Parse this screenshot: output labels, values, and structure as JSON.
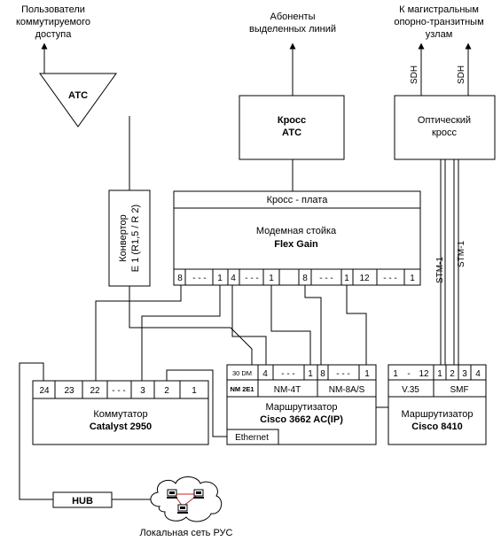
{
  "texts": {
    "users_label": [
      "Пользователи",
      "коммутируемого",
      "доступа"
    ],
    "subscribers_label": [
      "Абоненты",
      "выделенных линий"
    ],
    "backbone_label": [
      "К магистральным",
      "опорно-транзитным",
      "узлам"
    ],
    "sdh": "SDH",
    "stm1": "STM-1",
    "atc_triangle": "АТС",
    "cross_atc": [
      "Кросс",
      "АТС"
    ],
    "optical_cross": [
      "Оптический",
      "кросс"
    ],
    "converter": [
      "Конвертор",
      "Е 1 (R1,5 / R 2)"
    ],
    "flex": {
      "plate": "Кросс - плата",
      "title": "Модемная стойка",
      "name": "Flex Gain",
      "ports": [
        "8",
        "- - -",
        "1",
        "4",
        "- - -",
        "1",
        "8",
        "- - -",
        "1",
        "12",
        "- - -",
        "1"
      ]
    },
    "catalyst": {
      "ports": [
        "24",
        "23",
        "22",
        "- - -",
        "3",
        "2",
        "1"
      ],
      "title": "Коммутатор",
      "name": "Catalyst 2950"
    },
    "cisco3662": {
      "slot_30dm": "30 DM",
      "slot_nm2e1": "NM 2E1",
      "ports_4t": [
        "4",
        "- - -",
        "1"
      ],
      "ports_8as": [
        "8",
        "- - -",
        "1"
      ],
      "nm4t": "NM-4T",
      "nm8as": "NM-8A/S",
      "title": "Маршрутизатор",
      "name": "Cisco 3662 AC(IP)",
      "ethernet": "Ethernet"
    },
    "cisco8410": {
      "ports_v35": [
        "1",
        "-",
        "12"
      ],
      "ports_smf": [
        "1",
        "2",
        "3",
        "4"
      ],
      "v35": "V.35",
      "smf": "SMF",
      "title": "Маршрутизатор",
      "name": "Cisco 8410"
    },
    "hub": "HUB",
    "lan": "Локальная сеть РУС"
  }
}
